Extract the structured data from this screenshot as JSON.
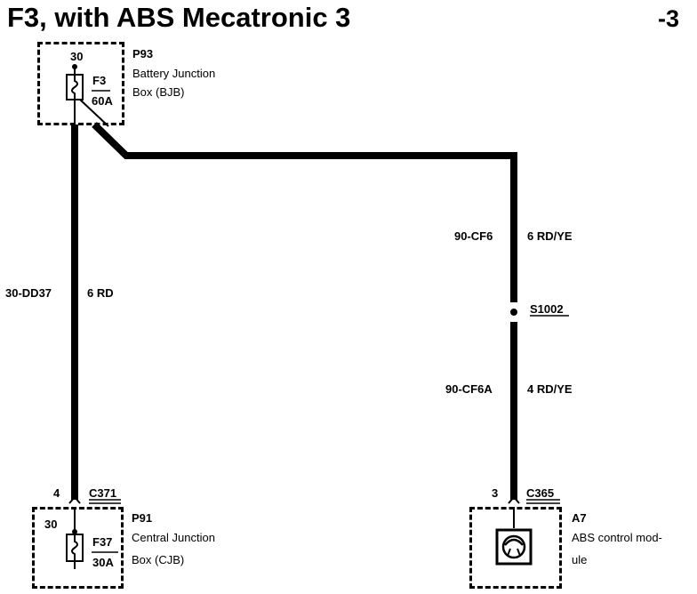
{
  "title": "F3, with ABS Mecatronic 3",
  "page_number": "-3",
  "components": {
    "battery_junction_box": {
      "id": "P93",
      "line1": "Battery Junction",
      "line2": "Box (BJB)",
      "pin": "30",
      "fuse_name": "F3",
      "fuse_rating": "60A"
    },
    "central_junction_box": {
      "id": "P91",
      "line1": "Central Junction",
      "line2": "Box (CJB)",
      "pin": "30",
      "fuse_name": "F37",
      "fuse_rating": "30A",
      "connector": "C371",
      "connector_pin": "4"
    },
    "abs_module": {
      "id": "A7",
      "line1": "ABS control mod-",
      "line2": "ule",
      "connector": "C365",
      "connector_pin": "3"
    }
  },
  "wires": {
    "left": {
      "circuit": "30-DD37",
      "spec": "6 RD"
    },
    "right_upper": {
      "circuit": "90-CF6",
      "spec": "6 RD/YE"
    },
    "splice": "S1002",
    "right_lower": {
      "circuit": "90-CF6A",
      "spec": "4 RD/YE"
    }
  }
}
